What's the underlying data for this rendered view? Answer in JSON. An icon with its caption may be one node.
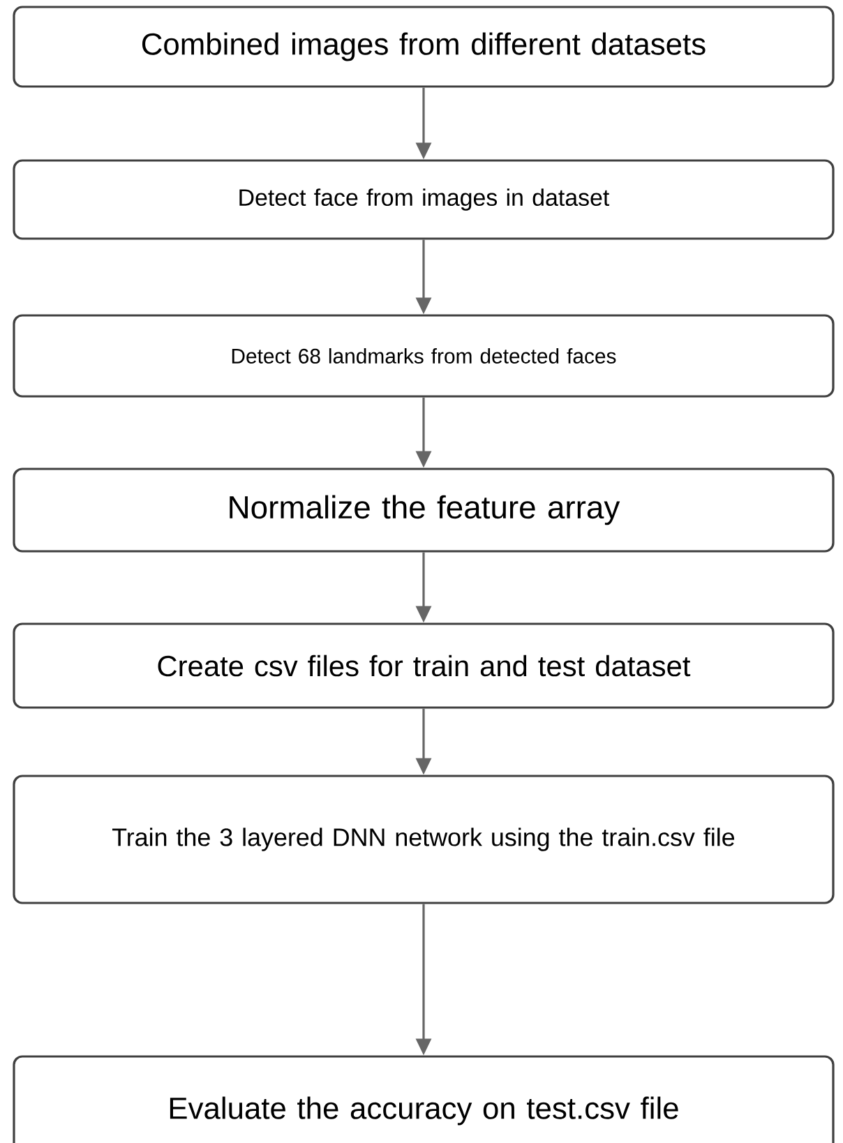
{
  "diagram": {
    "nodes": [
      {
        "text": [
          "Combined images from different datasets"
        ]
      },
      {
        "text": [
          "Detect face from images in dataset"
        ]
      },
      {
        "text": [
          "Detect 68 landmarks from detected faces"
        ]
      },
      {
        "text": [
          "Normalize the feature array"
        ]
      },
      {
        "text": [
          "Create csv files for train and test dataset"
        ]
      },
      {
        "text": [
          "Train the 3 layered DNN network using the train.csv file"
        ]
      },
      {
        "text": [
          "Evaluate the accuracy on test.csv file"
        ]
      }
    ],
    "edges": [
      {
        "from": 0,
        "to": 1,
        "arrow": "to"
      },
      {
        "from": 1,
        "to": 2,
        "arrow": "to"
      },
      {
        "from": 2,
        "to": 3,
        "arrow": "to"
      },
      {
        "from": 3,
        "to": 4,
        "arrow": "to"
      },
      {
        "from": 4,
        "to": 5,
        "arrow": "to"
      },
      {
        "from": 5,
        "to": 6,
        "arrow": "to"
      }
    ]
  }
}
